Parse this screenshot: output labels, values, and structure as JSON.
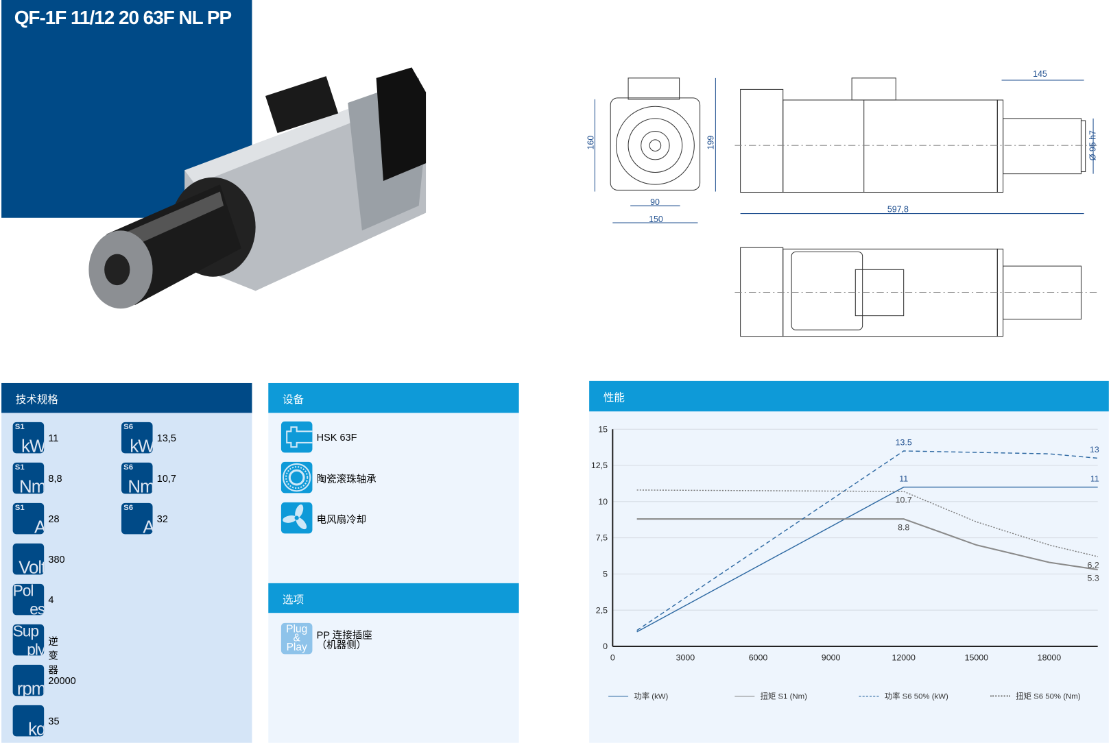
{
  "title": "QF-1F 11/12 20 63F NL PP",
  "drawing_dims": {
    "h160": "160",
    "h199": "199",
    "w90": "90",
    "w150": "150",
    "l145": "145",
    "l597": "597,8",
    "d95": "Ø 95 h7"
  },
  "specs": {
    "header": "技术规格",
    "items": [
      {
        "sup": "S1",
        "unit": "kW",
        "value": "11"
      },
      {
        "sup": "S6",
        "unit": "kW",
        "value": "13,5"
      },
      {
        "sup": "S1",
        "unit": "Nm",
        "value": "8,8"
      },
      {
        "sup": "S6",
        "unit": "Nm",
        "value": "10,7"
      },
      {
        "sup": "S1",
        "unit": "A",
        "value": "28"
      },
      {
        "sup": "S6",
        "unit": "A",
        "value": "32"
      },
      {
        "unit": "Volt",
        "value": "380"
      },
      {
        "unit1": "Pol",
        "unit2": "es",
        "value": "4"
      },
      {
        "unit1": "Sup",
        "unit2": "ply",
        "value": "逆变器"
      },
      {
        "unit": "rpm",
        "value": "20000"
      },
      {
        "unit": "kg",
        "value": "35"
      }
    ]
  },
  "equipment": {
    "header": "设备",
    "items": [
      {
        "icon": "hsk-tool-icon",
        "label": "HSK 63F"
      },
      {
        "icon": "bearing-icon",
        "label": "陶瓷滚珠轴承"
      },
      {
        "icon": "fan-icon",
        "label": "电风扇冷却"
      }
    ]
  },
  "options": {
    "header": "选项",
    "items": [
      {
        "icon": "plug-and-play-icon",
        "icon_text": [
          "Plug",
          "&",
          "Play"
        ],
        "label1": "PP 连接插座",
        "label2": "（机器侧）"
      }
    ]
  },
  "performance": {
    "header": "性能"
  },
  "chart_data": {
    "type": "line",
    "xlim": [
      0,
      20000
    ],
    "ylim": [
      0,
      15
    ],
    "xticks": [
      "0",
      "3000",
      "6000",
      "9000",
      "12000",
      "15000",
      "18000"
    ],
    "xtick_values": [
      0,
      3000,
      6000,
      9000,
      12000,
      15000,
      18000
    ],
    "yticks": [
      "0",
      "2,5",
      "5",
      "7,5",
      "10",
      "12,5",
      "15"
    ],
    "ytick_values": [
      0,
      2.5,
      5,
      7.5,
      10,
      12.5,
      15
    ],
    "grid": true,
    "legend": "bottom",
    "series": [
      {
        "name": "功率 (kW)",
        "style": "solid",
        "color": "#2f6aa3",
        "x": [
          1000,
          12000,
          20000
        ],
        "y": [
          1,
          11,
          11
        ]
      },
      {
        "name": "扭矩 S1 (Nm)",
        "style": "solid",
        "color": "#8a8a8a",
        "x": [
          1000,
          12000,
          15000,
          18000,
          20000
        ],
        "y": [
          8.8,
          8.8,
          7,
          5.8,
          5.3
        ]
      },
      {
        "name": "功率 S6 50% (kW)",
        "style": "dashed",
        "color": "#2f6aa3",
        "x": [
          1000,
          12000,
          18000,
          20000
        ],
        "y": [
          1.1,
          13.5,
          13.3,
          13
        ]
      },
      {
        "name": "扭矩 S6 50% (Nm)",
        "style": "dotted",
        "color": "#7a7a7a",
        "x": [
          1000,
          12000,
          15000,
          18000,
          20000
        ],
        "y": [
          10.8,
          10.7,
          8.6,
          7,
          6.2
        ]
      }
    ],
    "annotations": [
      {
        "text": "13.5",
        "x": 12000,
        "y": 13.5,
        "color": "#1f4f8f"
      },
      {
        "text": "11",
        "x": 12000,
        "y": 11,
        "color": "#1f4f8f"
      },
      {
        "text": "10.7",
        "x": 12000,
        "y": 10.7,
        "color": "#444"
      },
      {
        "text": "8.8",
        "x": 12000,
        "y": 8.8,
        "color": "#444"
      },
      {
        "text": "13",
        "x": 20000,
        "y": 13,
        "color": "#1f4f8f"
      },
      {
        "text": "11",
        "x": 20000,
        "y": 11,
        "color": "#1f4f8f"
      },
      {
        "text": "6.2",
        "x": 20000,
        "y": 6.2,
        "color": "#444"
      },
      {
        "text": "5.3",
        "x": 20000,
        "y": 5.3,
        "color": "#444"
      }
    ]
  }
}
